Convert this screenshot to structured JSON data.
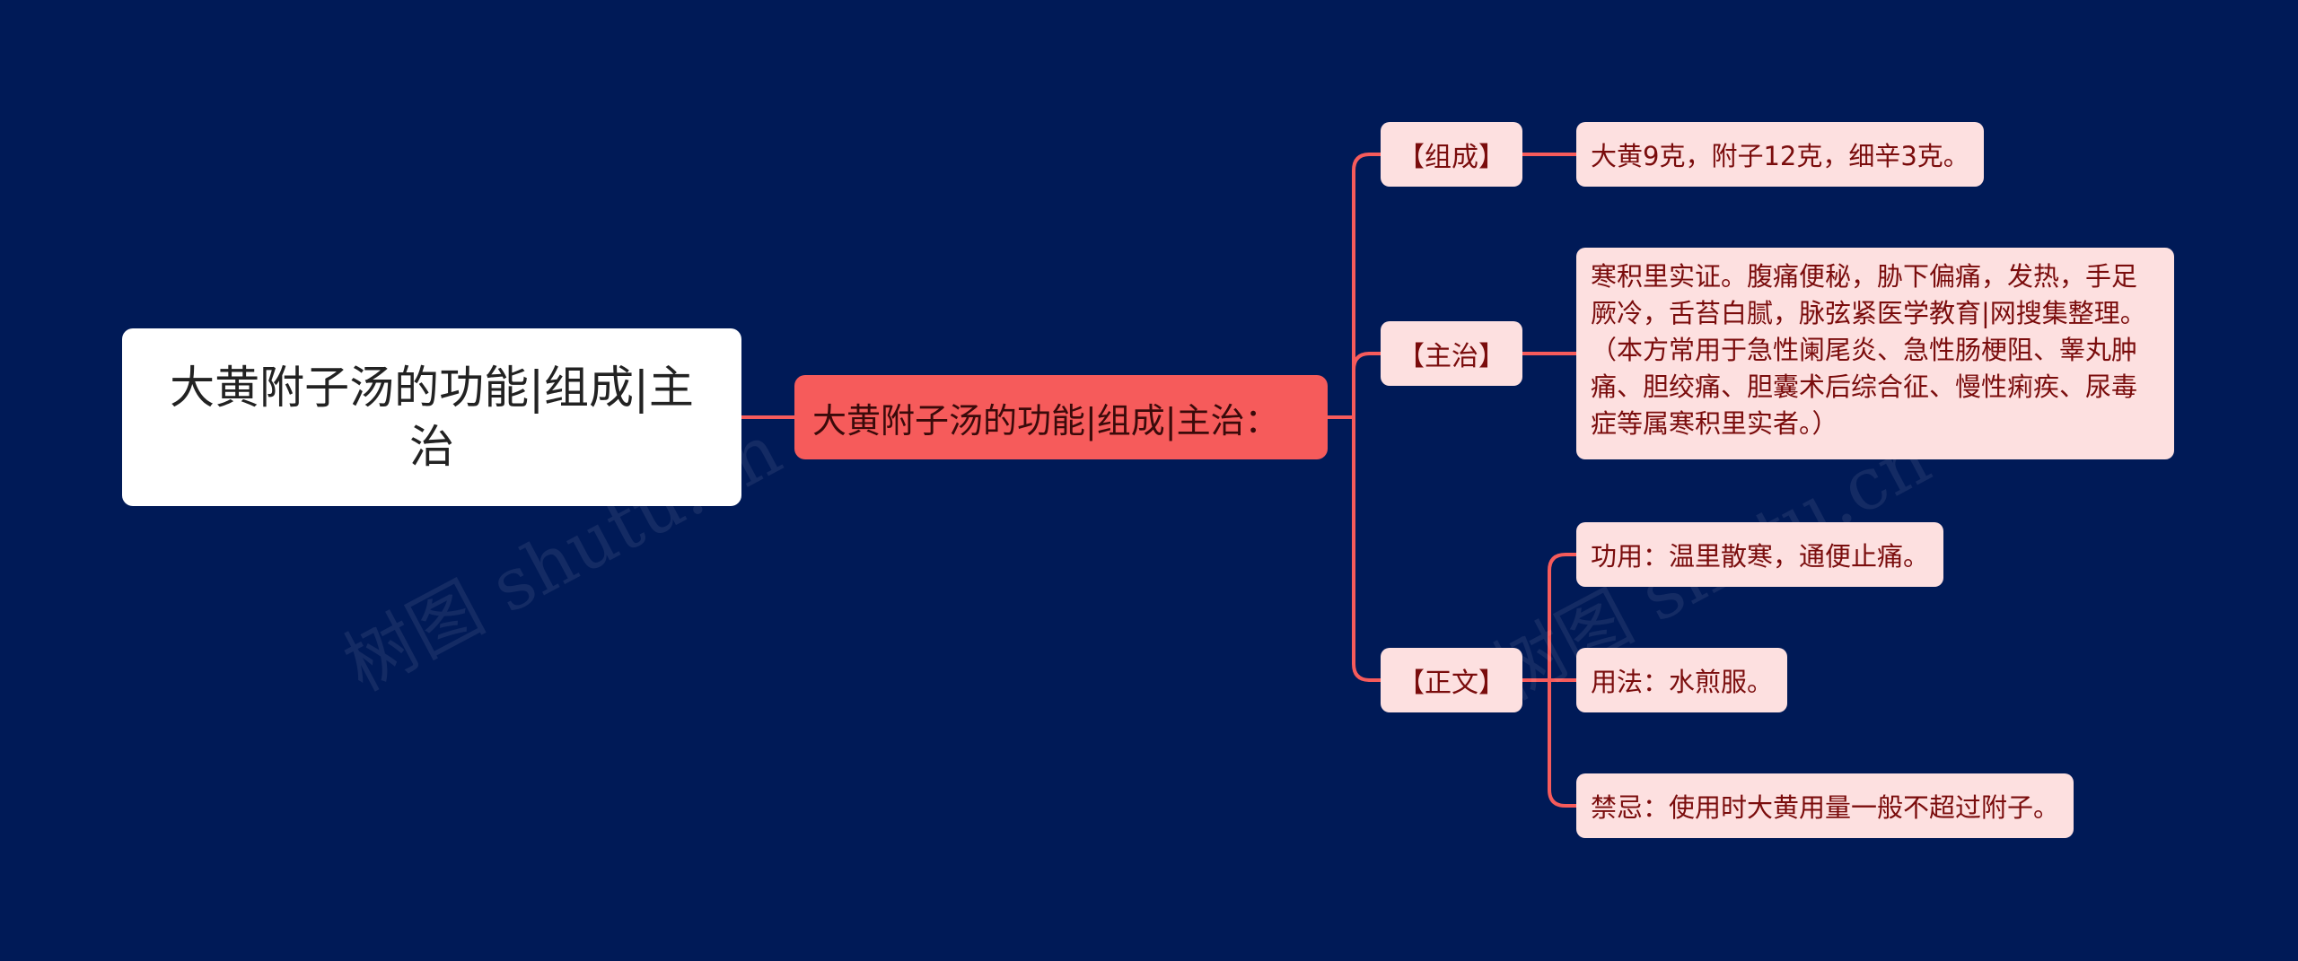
{
  "root": {
    "title": "大黄附子汤的功能|组成|主治"
  },
  "center": {
    "label": "大黄附子汤的功能|组成|主治："
  },
  "branches": [
    {
      "label": "【组成】",
      "leaves": [
        "大黄9克，附子12克，细辛3克。"
      ]
    },
    {
      "label": "【主治】",
      "leaves": [
        "寒积里实证。腹痛便秘，胁下偏痛，发热，手足厥冷，舌苔白腻，脉弦紧医学教育|网搜集整理。（本方常用于急性阑尾炎、急性肠梗阻、睾丸肿痛、胆绞痛、胆囊术后综合征、慢性痢疾、尿毒症等属寒积里实者。）"
      ]
    },
    {
      "label": "【正文】",
      "leaves": [
        "功用：温里散寒，通便止痛。",
        "用法：水煎服。",
        "禁忌：使用时大黄用量一般不超过附子。"
      ]
    }
  ],
  "watermarks": [
    "树图 shutu.cn",
    "树图 shutu.cn"
  ],
  "colors": {
    "background": "#001a57",
    "connector": "#f65b5b",
    "center_fill": "#f65b5b",
    "branch_fill": "#fde0e0",
    "root_fill": "#ffffff"
  }
}
